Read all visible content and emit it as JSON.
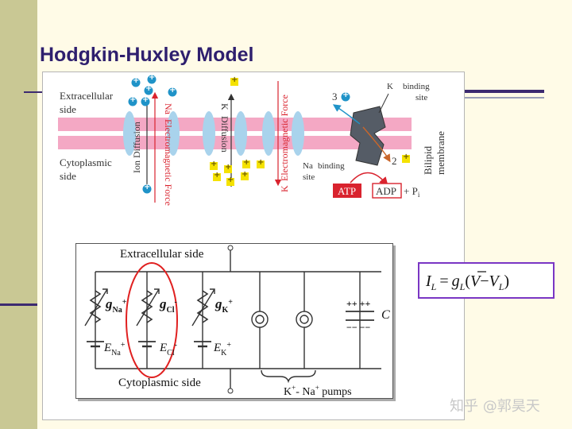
{
  "slide": {
    "title": "Hodgkin-Huxley Model",
    "colors": {
      "sidebar": "#c9c894",
      "background": "#fffbe7",
      "title": "#2e1f6e",
      "membrane": "#f4a8c4",
      "channel": "#a9d3ec",
      "arrow_red": "#d9232e",
      "ion_blue": "#1f93c8",
      "ion_yellow": "#f5e200",
      "loop_red": "#e02020",
      "equation_border": "#7a36c4"
    }
  },
  "membrane_figure": {
    "extracellular_label": [
      "Extracellular",
      "side"
    ],
    "cytoplasmic_label": [
      "Cytoplasmic",
      "side"
    ],
    "ion_diffusion": "Ion Diffusion",
    "na_ion": "Na",
    "na_em_force": "Electromagnetic Force",
    "k_ion": "K",
    "k_diffusion": "Diffusion",
    "k_em_force": "Electromagnetic Force",
    "k_binding_site": [
      "K",
      "binding",
      "site"
    ],
    "na_binding_site": [
      "Na",
      "binding",
      "site"
    ],
    "pump_out_count": "3",
    "pump_in_count": "2",
    "bilipid": [
      "Bilipid",
      "membrane"
    ],
    "atp": "ATP",
    "adp": "ADP",
    "pi": "+ P",
    "pi_sub": "i",
    "plus": "+"
  },
  "circuit": {
    "extracellular_side": "Extracellular side",
    "cytoplasmic_side": "Cytoplasmic side",
    "g_na": {
      "base": "g",
      "sub": "Na",
      "sup": "+"
    },
    "g_cl": {
      "base": "g",
      "sub": "Cl",
      "sup": "-"
    },
    "g_k": {
      "base": "g",
      "sub": "K",
      "sup": "+"
    },
    "e_na": {
      "base": "E",
      "sub": "Na",
      "sup": "+"
    },
    "e_cl": {
      "base": "E",
      "sub": "Cl",
      "sup": "-"
    },
    "e_k": {
      "base": "E",
      "sub": "K",
      "sup": "+"
    },
    "cap_plus": "++ ++",
    "cap_minus": "−− −−",
    "capacitance": "C",
    "pumps_label": {
      "k": "K",
      "k_sup": "+",
      "dash": "- Na",
      "na_sup": "+",
      "rest": " pumps"
    }
  },
  "equation": {
    "I": "I",
    "I_sub": "L",
    "eq": "=",
    "g": "g",
    "g_sub": "L",
    "open": "(",
    "V": "V",
    "minus": "−",
    "V2": "V",
    "V2_sub": "L",
    "close": ")"
  },
  "watermark": "知乎 @郭昊天"
}
